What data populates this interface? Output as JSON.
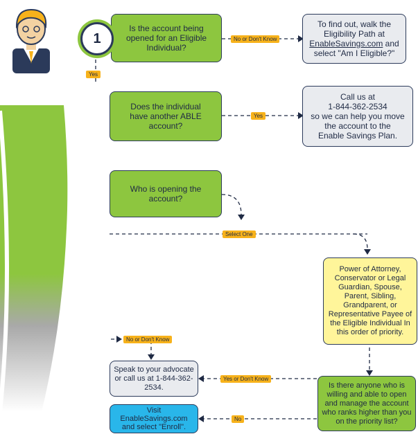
{
  "step_number": "1",
  "q1": {
    "text": "Is the account being opened for an Eligible Individual?"
  },
  "eligibility": {
    "line1": "To find out, walk the",
    "line2": "Eligibility Path at",
    "link": "EnableSavings.com",
    "line3": " and",
    "line4": "select \"Am I Eligible?\""
  },
  "q2": {
    "text": "Does the individual have another ABLE account?"
  },
  "callus": {
    "line1": "Call us at",
    "line2": "1-844-362-2534",
    "line3": "so we can help you move",
    "line4": "the account to the",
    "line5": "Enable Savings Plan."
  },
  "q3": {
    "text": "Who is opening the account?"
  },
  "roles": {
    "text": "Power of Attorney, Conservator or Legal Guardian, Spouse, Parent, Sibling, Grandparent, or Representative Payee of the Eligible Individual In this order of priority."
  },
  "anyone": {
    "text": "Is there anyone who is willing and able to open and manage the account who ranks higher than you on the priority list?"
  },
  "advocate": {
    "text": "Speak to your advocate or call us at 1-844-362-2534."
  },
  "visit": {
    "line1": "Visit",
    "line2": "EnableSavings.com",
    "line3": "and select \"Enroll\"."
  },
  "labels": {
    "no_or_dont_know": "No or Don't Know",
    "yes": "Yes",
    "yes2": "Yes",
    "select_one": "Select One",
    "no_or_dont_know_2": "No or Don't Know",
    "yes_or_dont_know": "Yes or Don't Know",
    "no": "No"
  },
  "colors": {
    "green": "#8dc63f",
    "gray": "#e9ebef",
    "yellow": "#fff59a",
    "blue": "#29b6ea",
    "tag": "#f7b21b",
    "navy": "#1f2a44"
  }
}
